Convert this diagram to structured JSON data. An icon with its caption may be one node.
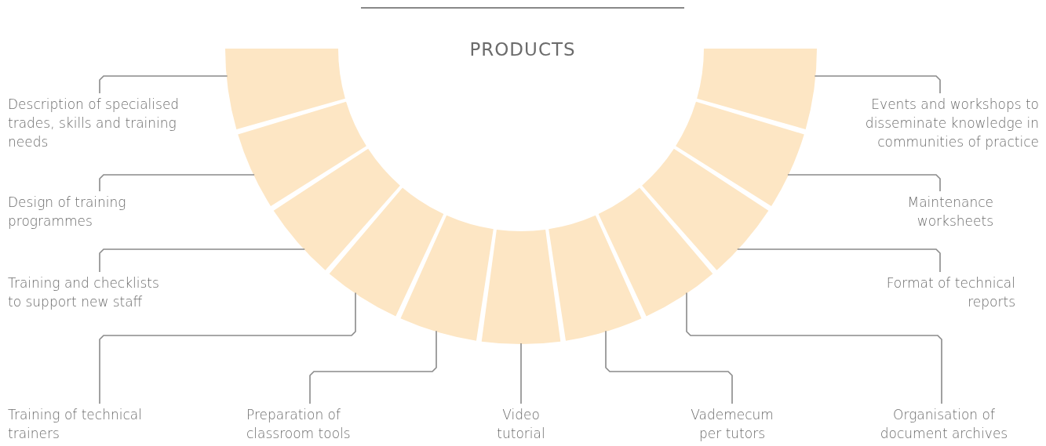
{
  "diagram": {
    "title": "PRODUCTS",
    "nodes": [
      {
        "text": [
          "Description of specialised trades, skills and training needs"
        ]
      },
      {
        "text": [
          "Design of training programmes"
        ]
      },
      {
        "text": [
          "Training and checklists to support new staff"
        ]
      },
      {
        "text": [
          "Training of technical trainers"
        ]
      },
      {
        "text": [
          "Preparation of classroom tools"
        ]
      },
      {
        "text": [
          "Video tutorial"
        ]
      },
      {
        "text": [
          "Vademecum per tutors"
        ]
      },
      {
        "text": [
          "Organisation of document archives"
        ]
      },
      {
        "text": [
          "Format of technical reports"
        ]
      },
      {
        "text": [
          "Maintenance worksheets"
        ]
      },
      {
        "text": [
          "Events and workshops to disseminate knowledge in communities of practice"
        ]
      },
      {
        "text": [],
        "shape": "box"
      },
      {
        "text": [],
        "shape": "box"
      },
      {
        "text": [],
        "shape": "box"
      },
      {
        "text": [],
        "shape": "box"
      },
      {
        "text": [],
        "shape": "box"
      },
      {
        "text": [],
        "shape": "box"
      },
      {
        "text": [],
        "shape": "box"
      },
      {
        "text": [],
        "shape": "box"
      },
      {
        "text": [],
        "shape": "box"
      },
      {
        "text": [],
        "shape": "box"
      },
      {
        "text": [],
        "shape": "box"
      }
    ],
    "edges": [
      {
        "from": 0,
        "to": 11,
        "arrow": "none"
      },
      {
        "from": 1,
        "to": 12,
        "arrow": "none"
      },
      {
        "from": 2,
        "to": 13,
        "arrow": "none"
      },
      {
        "from": 3,
        "to": 14,
        "arrow": "none"
      },
      {
        "from": 4,
        "to": 15,
        "arrow": "none"
      },
      {
        "from": 5,
        "to": 16,
        "arrow": "none"
      },
      {
        "from": 6,
        "to": 17,
        "arrow": "none"
      },
      {
        "from": 7,
        "to": 18,
        "arrow": "none"
      },
      {
        "from": 8,
        "to": 19,
        "arrow": "none"
      },
      {
        "from": 9,
        "to": 20,
        "arrow": "none"
      },
      {
        "from": 10,
        "to": 21,
        "arrow": "none"
      }
    ]
  }
}
